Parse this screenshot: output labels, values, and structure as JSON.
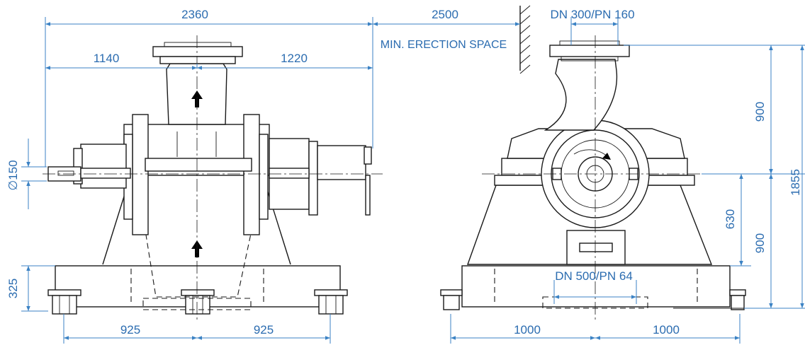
{
  "labels": {
    "width_overall": "2360",
    "erection_space_value": "2500",
    "erection_space_label": "MIN. ERECTION SPACE",
    "left_offset": "1140",
    "right_offset": "1220",
    "shaft_diameter": "∅150",
    "base_height": "325",
    "foot_left_left": "925",
    "foot_left_right": "925",
    "discharge_flange": "DN 300/PN 160",
    "suction_flange": "DN 500/PN 64",
    "discharge_height": "900",
    "total_height": "1855",
    "suction_offset": "630",
    "shaft_height": "900",
    "foot_right_left": "1000",
    "foot_right_right": "1000"
  },
  "colors": {
    "dimension": "#2b6cb0",
    "outline": "#1a1a1a"
  }
}
